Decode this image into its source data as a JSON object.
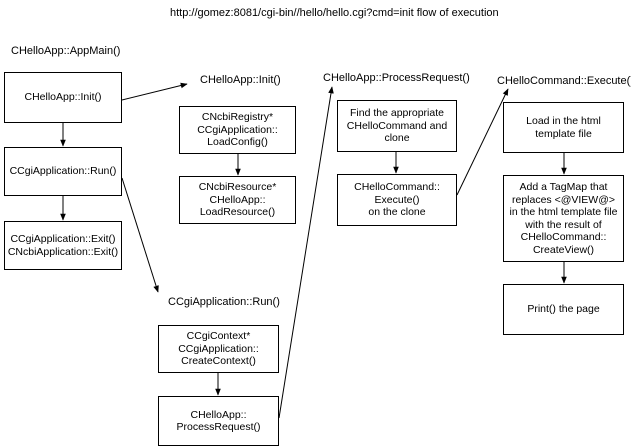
{
  "title": "http://gomez:8081/cgi-bin//hello/hello.cgi?cmd=init flow of execution",
  "headers": {
    "appmain": "CHelloApp::AppMain()",
    "init": "CHelloApp::Init()",
    "process_request": "CHelloApp::ProcessRequest()",
    "execute": "CHelloCommand::Execute()",
    "cgi_run": "CCgiApplication::Run()"
  },
  "boxes": {
    "hello_init": "CHelloApp::Init()",
    "cgi_run": "CCgiApplication::Run()",
    "exits": "CCgiApplication::Exit()\nCNcbiApplication::Exit()",
    "load_config": "CNcbiRegistry*\nCCgiApplication::\nLoadConfig()",
    "load_resource": "CNcbiResource*\nCHelloApp::\nLoadResource()",
    "create_context": "CCgiContext*\nCCgiApplication::\nCreateContext()",
    "process_request": "CHelloApp::\nProcessRequest()",
    "find_command": "Find the appropriate\nCHelloCommand and\nclone",
    "execute_clone": "CHelloCommand::\nExecute()\non the clone",
    "load_template": "Load in the html\ntemplate file",
    "add_tagmap": "Add a TagMap that\nreplaces <@VIEW@>\nin the html template file\nwith the result of\nCHelloCommand::\nCreateView()",
    "print_page": "Print() the page"
  }
}
